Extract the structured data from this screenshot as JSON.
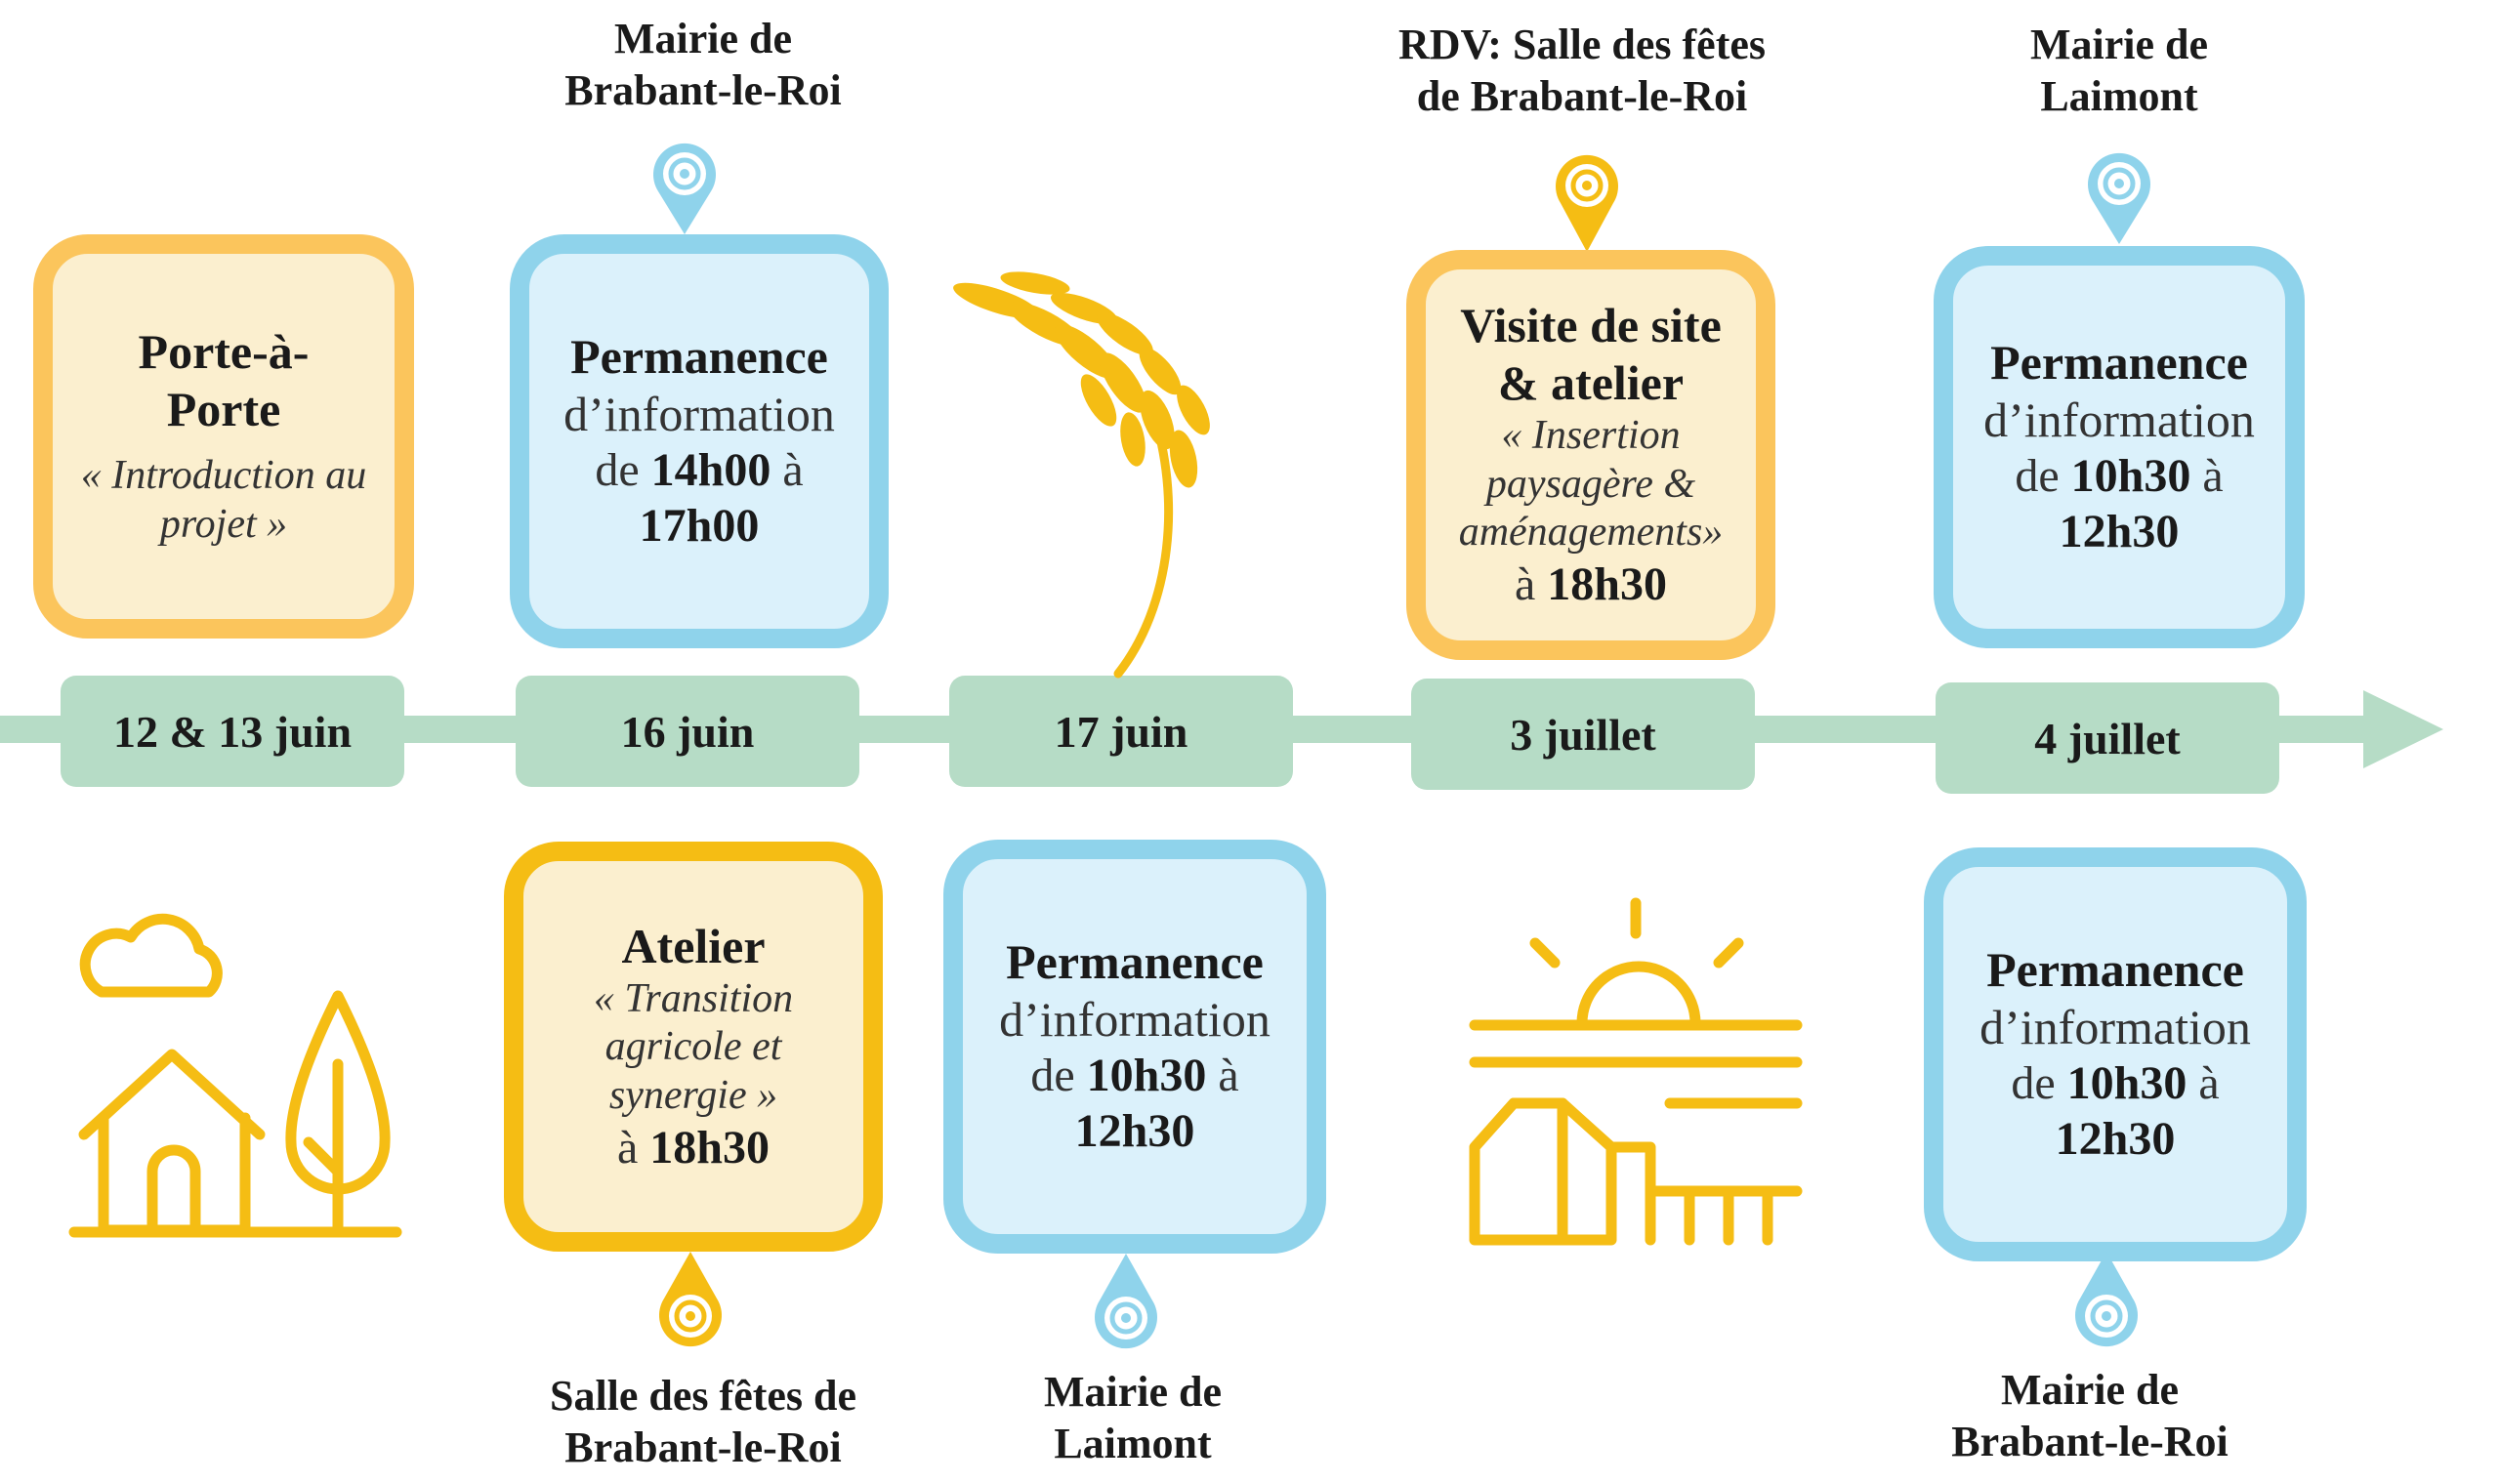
{
  "colors": {
    "timeline": "#b6dcc6",
    "orange_border": "#fbc55c",
    "cream_fill": "#fbefcf",
    "blue_border": "#8fd3eb",
    "blue_fill": "#dbf1fb",
    "yellow": "#f5bd14",
    "pin_blue": "#8fd3eb",
    "pin_yellow": "#f5bd14"
  },
  "dates": [
    "12 & 13 juin",
    "16 juin",
    "17 juin",
    "3 juillet",
    "4 juillet"
  ],
  "top_events": [
    {
      "title": [
        "Porte-à-",
        "Porte"
      ],
      "subtitle": "« Introduction au projet »"
    },
    {
      "title": "Permanence",
      "line2": "d’information",
      "time_prefix": "de ",
      "time_start": "14h00",
      "time_mid": " à",
      "time_end": "17h00",
      "location": [
        "Mairie de",
        "Brabant-le-Roi"
      ]
    },
    {
      "title": [
        "Visite de site",
        "& atelier"
      ],
      "subtitle": [
        "« Insertion",
        "paysagère &",
        "aménagements»"
      ],
      "time_prefix": "à ",
      "time": "18h30",
      "location": [
        "RDV: Salle des fêtes",
        "de Brabant-le-Roi"
      ]
    },
    {
      "title": "Permanence",
      "line2": "d’information",
      "time_prefix": "de ",
      "time_start": "10h30",
      "time_mid": " à",
      "time_end": "12h30",
      "location": [
        "Mairie de",
        "Laimont"
      ]
    }
  ],
  "bottom_events": [
    {
      "title": "Atelier",
      "subtitle": [
        "« Transition",
        "agricole et",
        "synergie »"
      ],
      "time_prefix": "à ",
      "time": "18h30",
      "location": [
        "Salle des fêtes de",
        "Brabant-le-Roi"
      ]
    },
    {
      "title": "Permanence",
      "line2": "d’information",
      "time_prefix": "de ",
      "time_start": "10h30",
      "time_mid": " à",
      "time_end": "12h30",
      "location": [
        "Mairie de",
        "Laimont"
      ]
    },
    {
      "title": "Permanence",
      "line2": "d’information",
      "time_prefix": "de ",
      "time_start": "10h30",
      "time_mid": " à",
      "time_end": "12h30",
      "location": [
        "Mairie de",
        "Brabant-le-Roi"
      ]
    }
  ],
  "icons": [
    "wheat-icon",
    "house-tree-cloud-icon",
    "sunrise-farm-icon",
    "location-pin-icon"
  ]
}
